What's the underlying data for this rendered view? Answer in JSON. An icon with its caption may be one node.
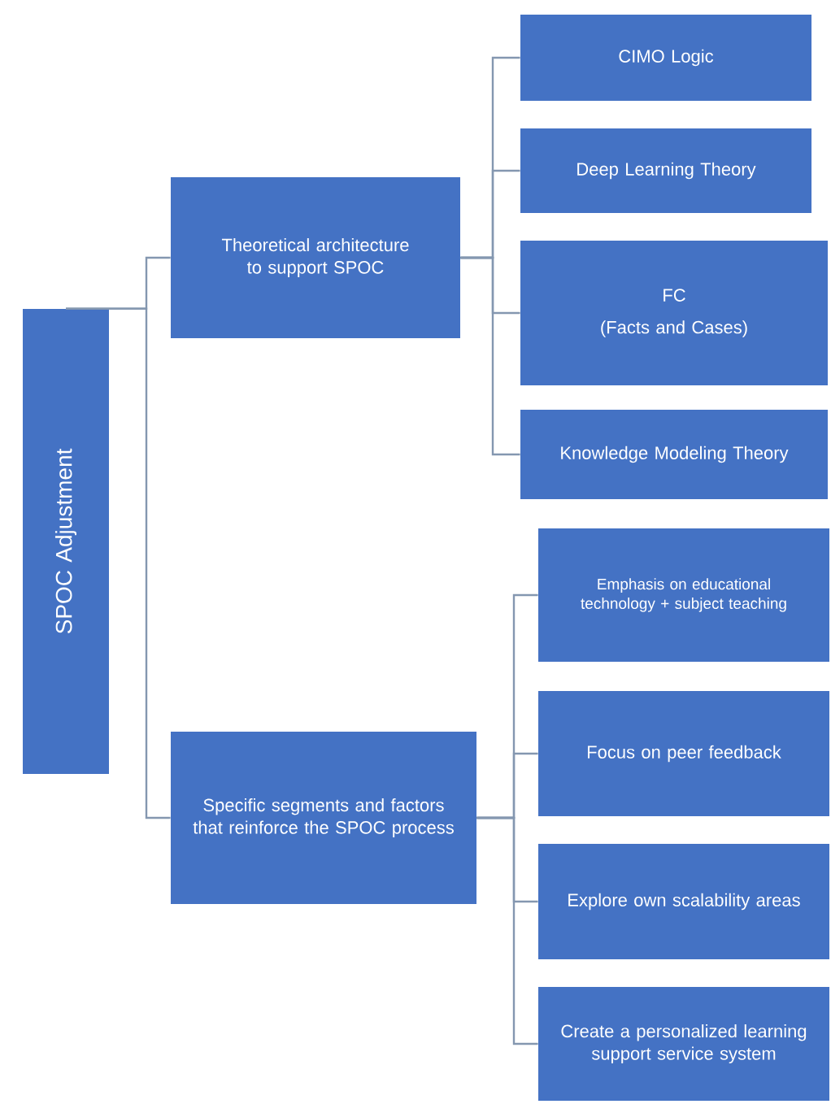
{
  "diagram": {
    "nodes": [
      {
        "text": [
          "SPOC Adjustment"
        ]
      },
      {
        "text": [
          "Theoretical architecture to support SPOC"
        ]
      },
      {
        "text": [
          "CIMO Logic"
        ]
      },
      {
        "text": [
          "Deep Learning Theory"
        ]
      },
      {
        "text": [
          "FC",
          "(Facts and Cases)"
        ]
      },
      {
        "text": [
          "Knowledge Modeling Theory"
        ]
      },
      {
        "text": [
          "Specific segments and factors that reinforce the SPOC process"
        ]
      },
      {
        "text": [
          "Emphasis on educational technology + subject teaching"
        ]
      },
      {
        "text": [
          "Focus on peer feedback"
        ]
      },
      {
        "text": [
          "Explore own scalability areas"
        ]
      },
      {
        "text": [
          "Create a personalized learning support service system"
        ]
      }
    ],
    "edges": [
      {
        "from": 0,
        "to": 1,
        "arrow": "none"
      },
      {
        "from": 0,
        "to": 6,
        "arrow": "none"
      },
      {
        "from": 1,
        "to": 2,
        "arrow": "none"
      },
      {
        "from": 1,
        "to": 3,
        "arrow": "none"
      },
      {
        "from": 1,
        "to": 4,
        "arrow": "none"
      },
      {
        "from": 1,
        "to": 5,
        "arrow": "none"
      },
      {
        "from": 6,
        "to": 7,
        "arrow": "none"
      },
      {
        "from": 6,
        "to": 8,
        "arrow": "none"
      },
      {
        "from": 6,
        "to": 9,
        "arrow": "none"
      },
      {
        "from": 6,
        "to": 10,
        "arrow": "none"
      }
    ]
  }
}
